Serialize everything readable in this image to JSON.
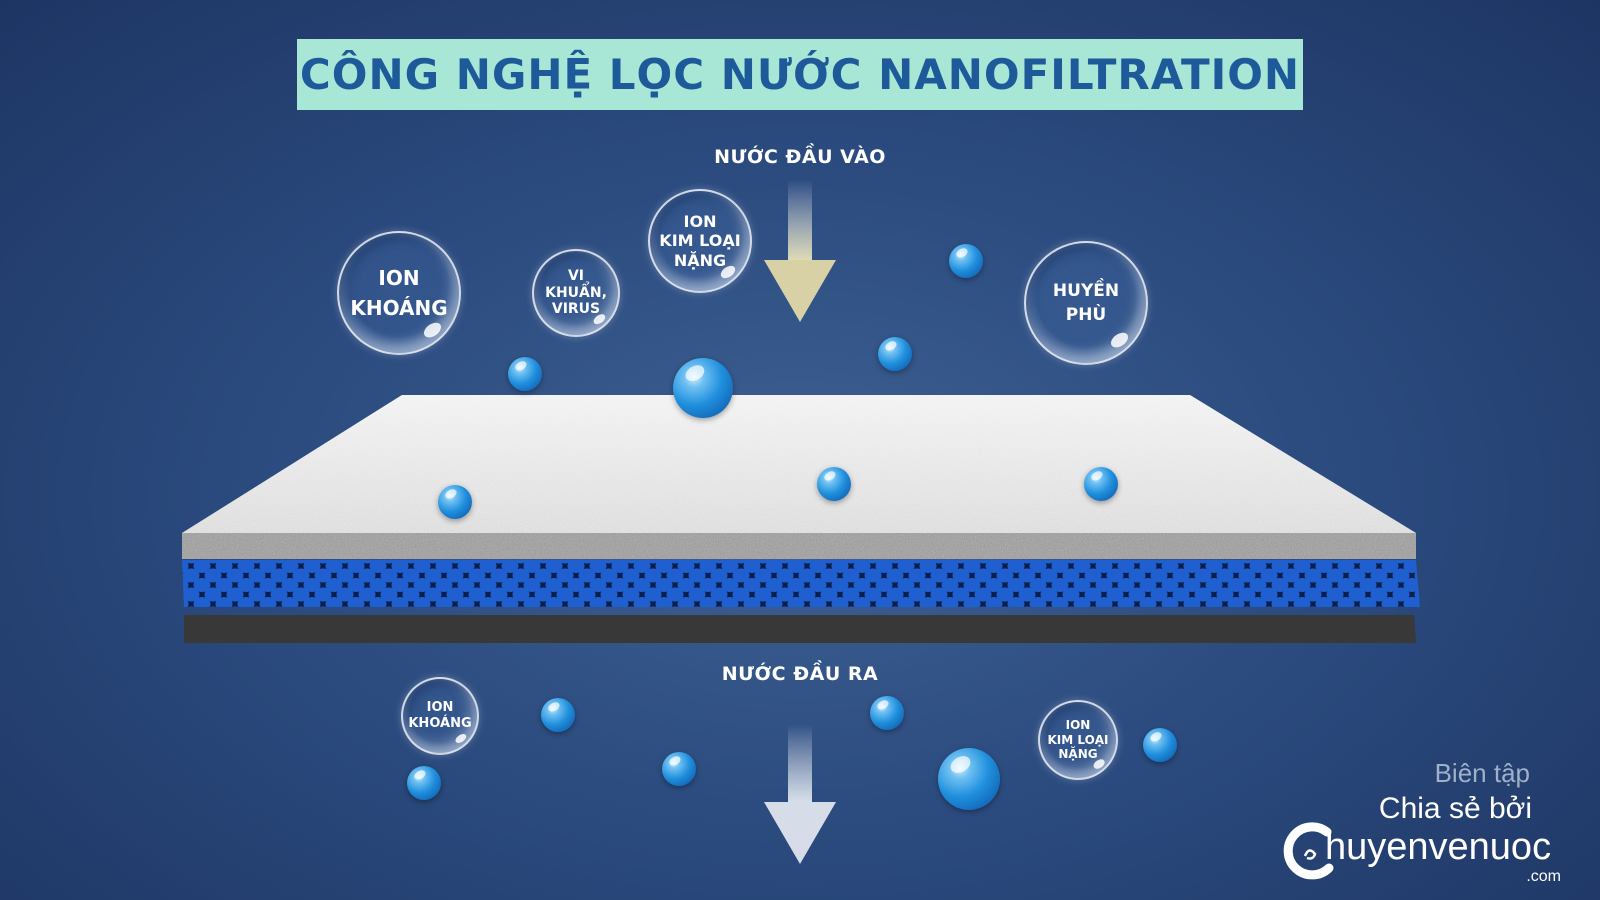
{
  "title": "CÔNG NGHỆ LỌC NƯỚC NANOFILTRATION",
  "labels": {
    "inlet": "NƯỚC ĐẦU VÀO",
    "outlet": "NƯỚC ĐẦU RA"
  },
  "inlet_particles": {
    "ion_mineral": [
      "ION",
      "KHOÁNG"
    ],
    "bacteria": [
      "VI",
      "KHUẨN,",
      "VIRUS"
    ],
    "heavy_metal": [
      "ION",
      "KIM LOẠI",
      "NẶNG"
    ],
    "suspended": [
      "HUYỀN",
      "PHÙ"
    ]
  },
  "outlet_particles": {
    "ion_mineral": [
      "ION",
      "KHOÁNG"
    ],
    "heavy_metal": [
      "ION",
      "KIM LOẠI",
      "NẶNG"
    ]
  },
  "credits": {
    "edited": "Biên tập",
    "shared_by": "Chia sẻ bởi",
    "brand": "huyenvenuoc",
    "brand_suffix": ".com"
  },
  "colors": {
    "title_bg": "#a8e6d6",
    "title_text": "#1e5a9a",
    "membrane_top": "#d9d9d9",
    "membrane_mesh": "#1c4fb0",
    "membrane_base": "#1a1a1a"
  }
}
